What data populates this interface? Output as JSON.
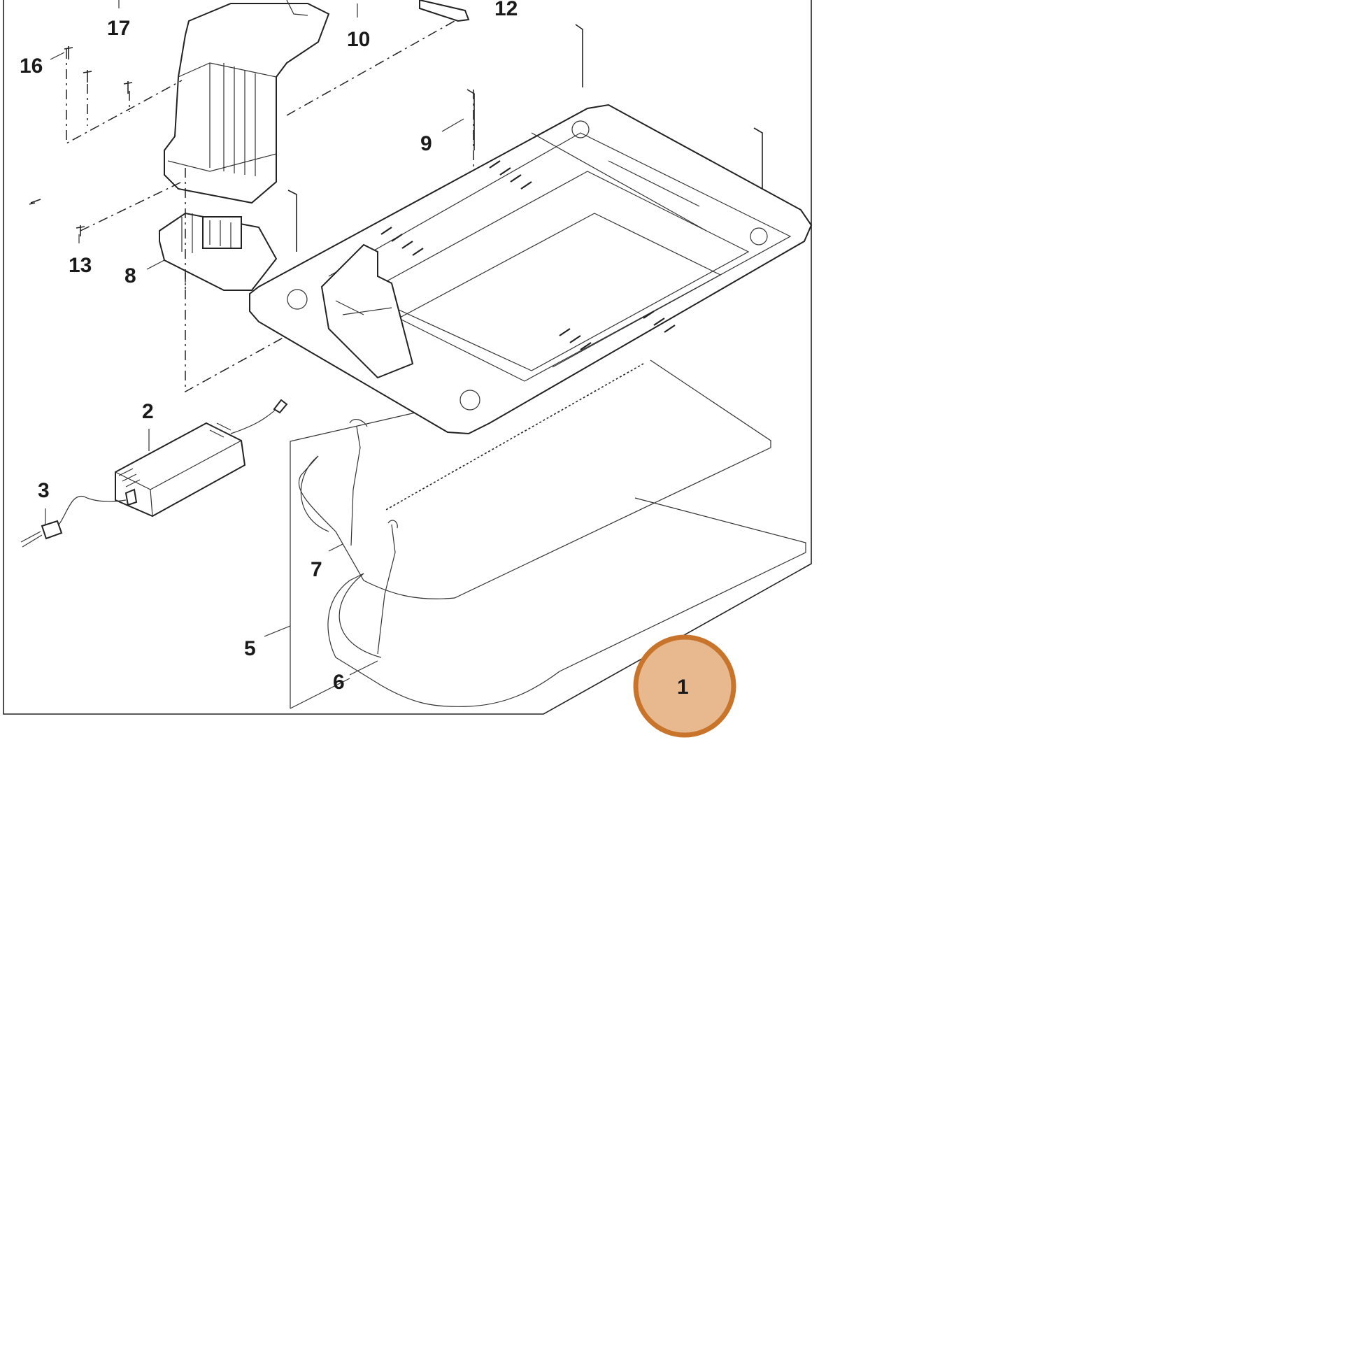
{
  "diagram": {
    "callouts": [
      {
        "id": "17",
        "label": "17"
      },
      {
        "id": "12",
        "label": "12"
      },
      {
        "id": "10",
        "label": "10"
      },
      {
        "id": "16",
        "label": "16"
      },
      {
        "id": "9",
        "label": "9"
      },
      {
        "id": "13",
        "label": "13"
      },
      {
        "id": "8",
        "label": "8"
      },
      {
        "id": "2",
        "label": "2"
      },
      {
        "id": "3",
        "label": "3"
      },
      {
        "id": "7",
        "label": "7"
      },
      {
        "id": "5",
        "label": "5"
      },
      {
        "id": "6",
        "label": "6"
      },
      {
        "id": "1",
        "label": "1"
      }
    ],
    "highlighted_part": "1",
    "colors": {
      "highlight_fill": "#e8b98f",
      "highlight_stroke": "#c8742a",
      "line": "#222222",
      "background": "#ffffff"
    }
  }
}
